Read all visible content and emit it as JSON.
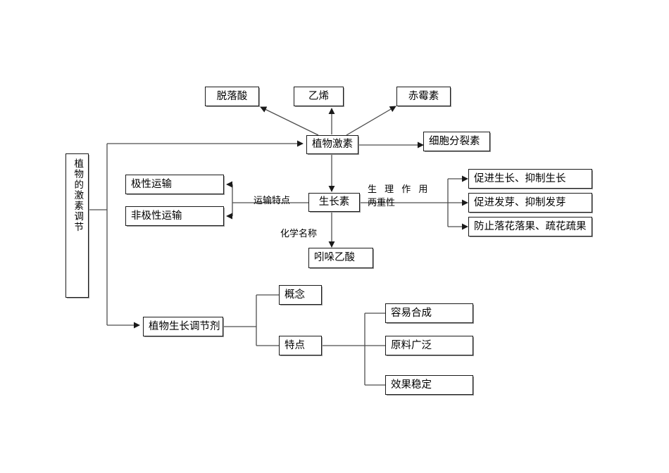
{
  "diagram": {
    "title_node": {
      "label": "植物的激素调节"
    },
    "nodes": {
      "hormone": "植物激素",
      "abscisic_acid": "脱落酸",
      "ethylene": "乙烯",
      "gibberellin": "赤霉素",
      "cytokinin": "细胞分裂素",
      "auxin": "生长素",
      "polar_transport": "极性运输",
      "nonpolar_transport": "非极性运输",
      "iaa": "吲哚乙酸",
      "effect_growth": "促进生长、抑制生长",
      "effect_germination": "促进发芽、抑制发芽",
      "effect_flower_fruit": "防止落花落果、疏花疏果",
      "regulator": "植物生长调节剂",
      "concept": "概念",
      "features": "特点",
      "easy_synthesis": "容易合成",
      "wide_materials": "原料广泛",
      "stable_effect": "效果稳定"
    },
    "edge_labels": {
      "transport_feature": "运输特点",
      "physiological_action": "生 理 作 用",
      "duality": "两重性",
      "chemical_name": "化学名称"
    },
    "colors": {
      "line": "#4d4d4d",
      "box_border": "#1a1a1a",
      "shadow": "#9a9a9a",
      "text": "#000000",
      "background": "#ffffff"
    }
  }
}
